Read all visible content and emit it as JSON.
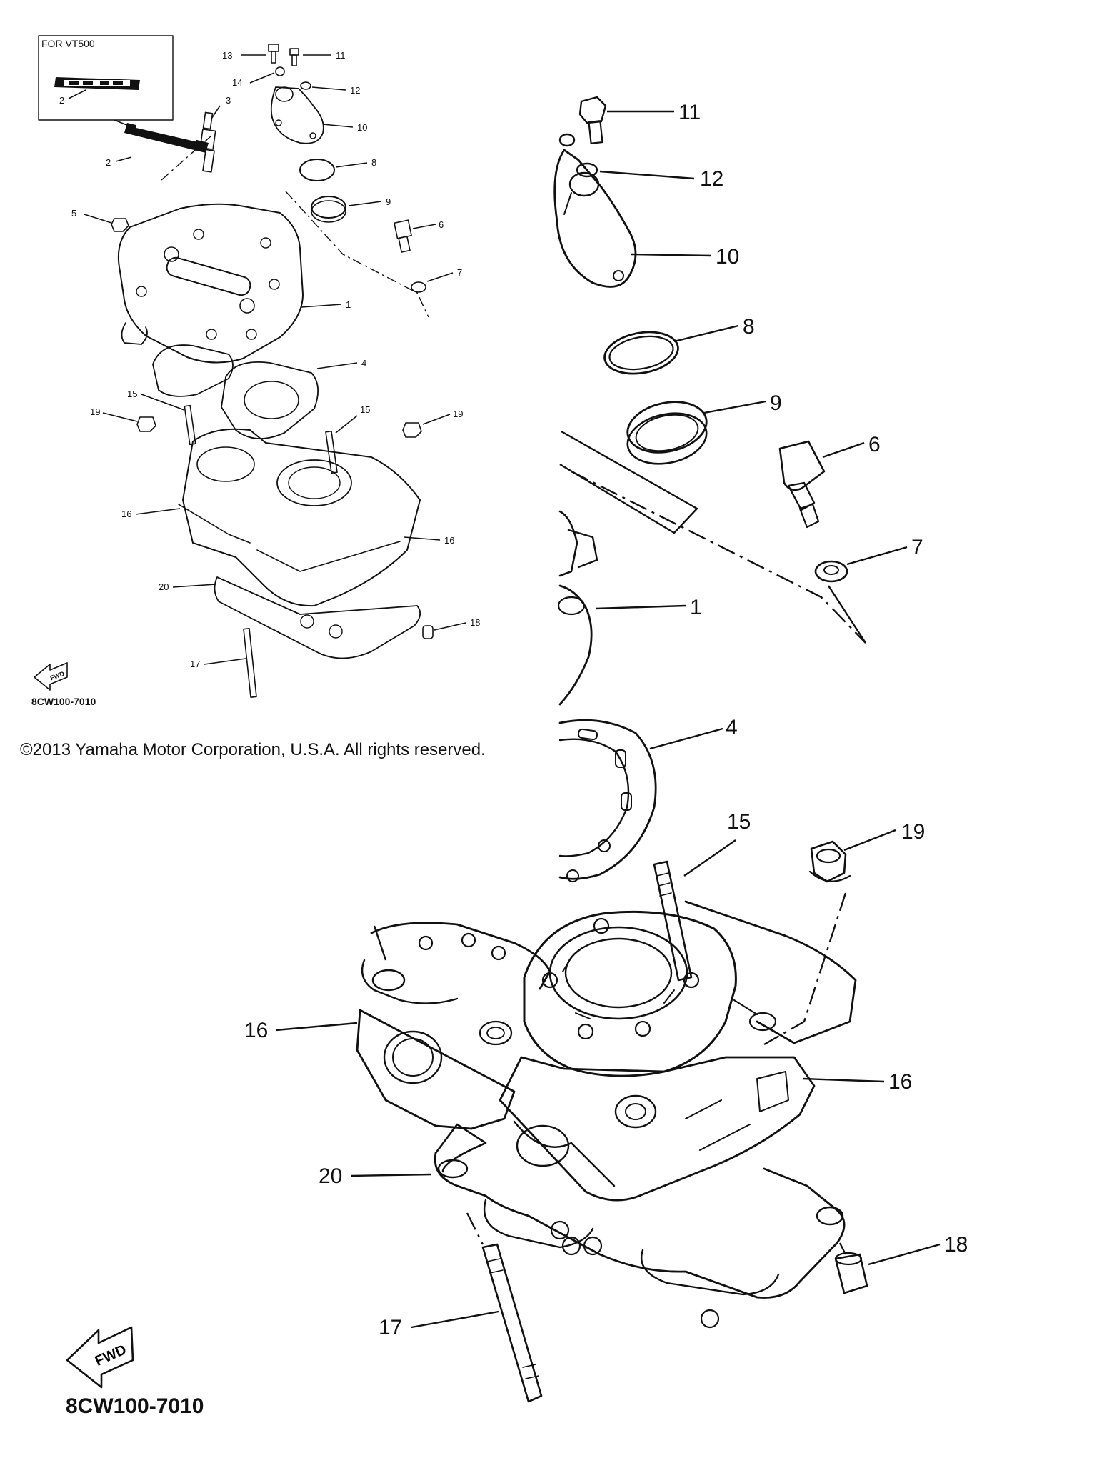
{
  "inset": {
    "title": "FOR VT500"
  },
  "small_diagram": {
    "labels": [
      {
        "id": "s13",
        "text": "13"
      },
      {
        "id": "s11",
        "text": "11"
      },
      {
        "id": "s14",
        "text": "14"
      },
      {
        "id": "s12",
        "text": "12"
      },
      {
        "id": "s3",
        "text": "3"
      },
      {
        "id": "s10",
        "text": "10"
      },
      {
        "id": "s2a",
        "text": "2"
      },
      {
        "id": "s2b",
        "text": "2"
      },
      {
        "id": "s8",
        "text": "8"
      },
      {
        "id": "s9",
        "text": "9"
      },
      {
        "id": "s5",
        "text": "5"
      },
      {
        "id": "s6",
        "text": "6"
      },
      {
        "id": "s7",
        "text": "7"
      },
      {
        "id": "s1",
        "text": "1"
      },
      {
        "id": "s4",
        "text": "4"
      },
      {
        "id": "s15a",
        "text": "15"
      },
      {
        "id": "s19a",
        "text": "19"
      },
      {
        "id": "s15b",
        "text": "15"
      },
      {
        "id": "s19b",
        "text": "19"
      },
      {
        "id": "s16a",
        "text": "16"
      },
      {
        "id": "s16b",
        "text": "16"
      },
      {
        "id": "s20",
        "text": "20"
      },
      {
        "id": "s18",
        "text": "18"
      },
      {
        "id": "s17",
        "text": "17"
      }
    ],
    "fwd_label": "FWD",
    "code": "8CW100-7010"
  },
  "copyright": "©2013 Yamaha Motor Corporation, U.S.A. All rights reserved.",
  "large_diagram": {
    "labels": [
      {
        "id": "b11",
        "text": "11"
      },
      {
        "id": "b12",
        "text": "12"
      },
      {
        "id": "b10",
        "text": "10"
      },
      {
        "id": "b8",
        "text": "8"
      },
      {
        "id": "b9",
        "text": "9"
      },
      {
        "id": "b6",
        "text": "6"
      },
      {
        "id": "b7",
        "text": "7"
      },
      {
        "id": "b1",
        "text": "1"
      },
      {
        "id": "b4",
        "text": "4"
      },
      {
        "id": "b15",
        "text": "15"
      },
      {
        "id": "b19",
        "text": "19"
      },
      {
        "id": "b16a",
        "text": "16"
      },
      {
        "id": "b16b",
        "text": "16"
      },
      {
        "id": "b20",
        "text": "20"
      },
      {
        "id": "b18",
        "text": "18"
      },
      {
        "id": "b17",
        "text": "17"
      }
    ],
    "fwd_label": "FWD",
    "code": "8CW100-7010"
  }
}
